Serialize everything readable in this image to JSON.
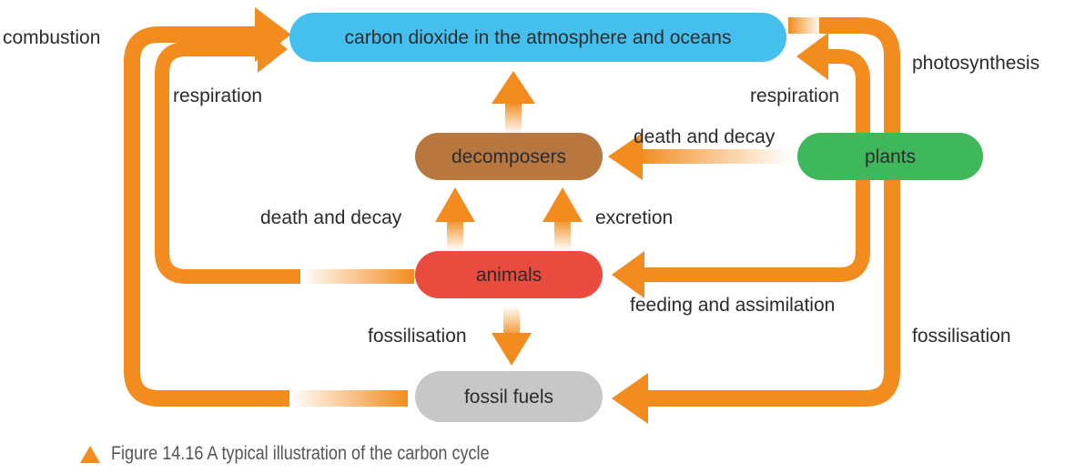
{
  "colors": {
    "arrow": "#f28c1e",
    "atmosphere": "#45c0ee",
    "decomposers": "#b8773f",
    "plants": "#3fb85c",
    "animals": "#ea4b3f",
    "fossil_fuels": "#c7c7c7"
  },
  "nodes": {
    "atmosphere": "carbon dioxide in the atmosphere and oceans",
    "decomposers": "decomposers",
    "plants": "plants",
    "animals": "animals",
    "fossil_fuels": "fossil fuels"
  },
  "edge_labels": {
    "combustion": "combustion",
    "respiration_left": "respiration",
    "respiration_right": "respiration",
    "photosynthesis": "photosynthesis",
    "death_and_decay_plants": "death and decay",
    "death_and_decay_animals": "death and decay",
    "excretion": "excretion",
    "feeding_and_assimilation": "feeding and assimilation",
    "fossilisation_animals": "fossilisation",
    "fossilisation_plants": "fossilisation"
  },
  "caption": {
    "icon": "triangle-icon",
    "text": "Figure 14.16 A typical illustration of the carbon cycle"
  }
}
